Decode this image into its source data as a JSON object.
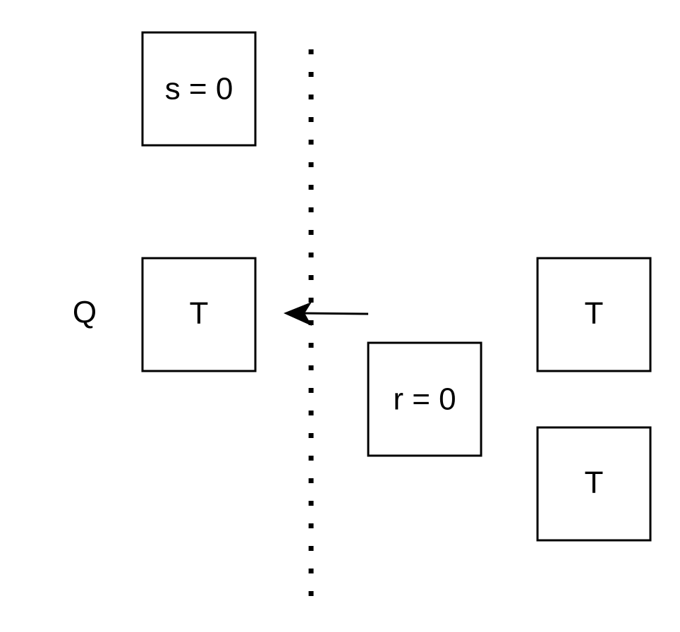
{
  "diagram": {
    "outside_label": "Q",
    "nodes": {
      "s_box": {
        "label": "s = 0"
      },
      "t_left": {
        "label": "T"
      },
      "r_box": {
        "label": "r = 0"
      },
      "t_right_top": {
        "label": "T"
      },
      "t_right_bottom": {
        "label": "T"
      }
    },
    "colors": {
      "stroke": "#000000",
      "background": "#ffffff"
    }
  }
}
